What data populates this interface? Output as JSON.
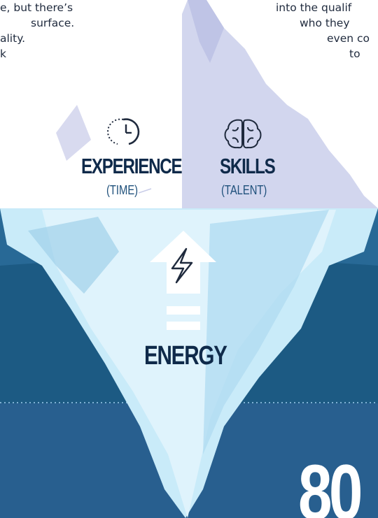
{
  "intro_left": {
    "lines": [
      "e, but there’s",
      "surface.",
      "ality.",
      "k"
    ]
  },
  "intro_right": {
    "lines": [
      "into the qualif",
      "who they",
      "even co",
      "to"
    ]
  },
  "labels": {
    "experience": "EXPERIENCE",
    "experience_sub": "(TIME)",
    "skills": "SKILLS",
    "skills_sub": "(TALENT)",
    "energy": "ENERGY"
  },
  "big_number": "80",
  "icons": {
    "experience": "clock-icon",
    "skills": "brain-icon",
    "energy": "lightning-icon",
    "arrow": "up-arrow-icon"
  },
  "colors": {
    "deep_water": "#1c5a83",
    "shallow_water": "#2f6fa0",
    "ice_light": "#dff3fc",
    "ice_mid": "#b4def3",
    "peak_shade": "#c7cbe8",
    "heading": "#0f2a4a"
  }
}
